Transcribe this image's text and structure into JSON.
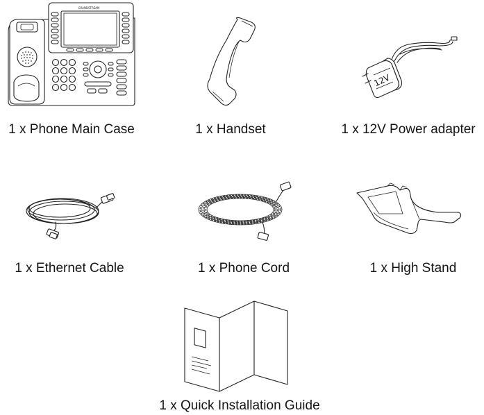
{
  "items": [
    {
      "id": "phone-main-case",
      "label": "1 x Phone Main Case",
      "brand": "GRANDSTREAM"
    },
    {
      "id": "handset",
      "label": "1 x Handset"
    },
    {
      "id": "power-adapter",
      "label": "1 x 12V Power adapter",
      "marking": "12V"
    },
    {
      "id": "ethernet-cable",
      "label": "1 x Ethernet Cable"
    },
    {
      "id": "phone-cord",
      "label": "1 x Phone Cord"
    },
    {
      "id": "high-stand",
      "label": "1 x High Stand"
    },
    {
      "id": "quick-installation-guide",
      "label": "1 x Quick Installation Guide"
    }
  ]
}
